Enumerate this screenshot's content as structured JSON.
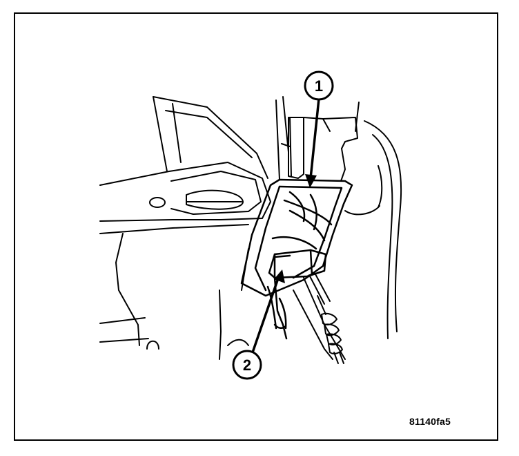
{
  "figure": {
    "callouts": [
      {
        "label": "1"
      },
      {
        "label": "2"
      }
    ],
    "figure_id": "81140fa5"
  }
}
